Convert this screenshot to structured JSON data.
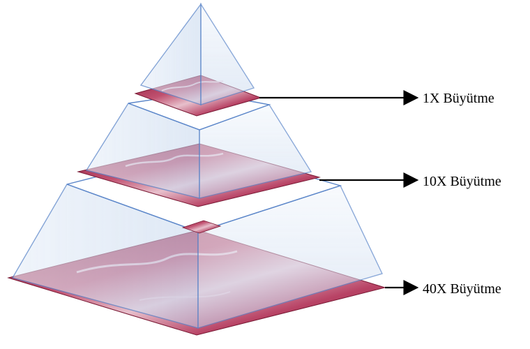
{
  "levels": [
    {
      "id": "level-1x",
      "label": "1X Büyütme"
    },
    {
      "id": "level-10x",
      "label": "10X Büyütme"
    },
    {
      "id": "level-40x",
      "label": "40X Büyütme"
    }
  ],
  "colors": {
    "tissue_dark": "#9c2a4a",
    "tissue_mid": "#c0506f",
    "tissue_light": "#e9b6c4",
    "glass_edge": "#5b86c9",
    "glass_fill": "#dbe6f4",
    "arrow": "#000000"
  }
}
